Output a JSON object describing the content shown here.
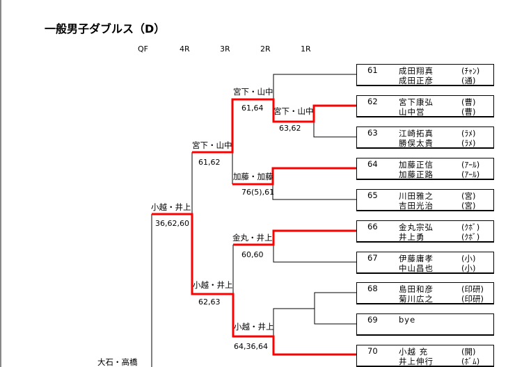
{
  "title": "一般男子ダブルス（D）",
  "rounds": [
    "QF",
    "4R",
    "3R",
    "2R",
    "1R"
  ],
  "entries": [
    {
      "no": "61",
      "p1": "成田翔真",
      "c1": "(ﾁｬﾝ)",
      "p2": "成田正彦",
      "c2": "(通)"
    },
    {
      "no": "62",
      "p1": "宮下康弘",
      "c1": "(曹)",
      "p2": " 山中営",
      "c2": "(曹)"
    },
    {
      "no": "63",
      "p1": "江崎拓真",
      "c1": "(ﾗﾒ)",
      "p2": "勝俣太貴",
      "c2": "(ﾗﾒ)"
    },
    {
      "no": "64",
      "p1": "加藤正信",
      "c1": "(ｱｰﾙ)",
      "p2": "加藤正路",
      "c2": "(ｱｰﾙ)"
    },
    {
      "no": "65",
      "p1": "川田雅之",
      "c1": "(宮)",
      "p2": "吉田光治",
      "c2": "(宮)"
    },
    {
      "no": "66",
      "p1": "金丸宗弘",
      "c1": "(ｸﾎﾞ)",
      "p2": " 井上勇",
      "c2": "(ｸﾎﾞ)"
    },
    {
      "no": "67",
      "p1": "伊藤庸孝",
      "c1": "(小)",
      "p2": "中山昌也",
      "c2": "(小)"
    },
    {
      "no": "68",
      "p1": "島田和彦",
      "c1": "(印研)",
      "p2": "菊川広之",
      "c2": "(印研)"
    },
    {
      "no": "69",
      "p1": "  bye",
      "c1": "",
      "p2": "",
      "c2": ""
    },
    {
      "no": "70",
      "p1": "小越 充",
      "c1": "(開)",
      "p2": "井上伸行",
      "c2": "(ﾎﾞﾑ)"
    }
  ],
  "results": {
    "r1_62_63": {
      "winner": "宮下・山中",
      "score": "63,62"
    },
    "r2_top": {
      "winner": "宮下・山中",
      "score": "61,64"
    },
    "r2_64_65": {
      "winner": "加藤・加藤",
      "score": "76(5),61"
    },
    "r3_top": {
      "winner": "宮下・山中",
      "score": "61,62"
    },
    "r2_66_67": {
      "winner": "金丸・井上",
      "score": "60,60"
    },
    "r2_bottom": {
      "winner": "小越・井上",
      "score": "64,36,64"
    },
    "r3_bottom": {
      "winner": "小越・井上",
      "score": "62,63"
    },
    "r4": {
      "winner": "小越・井上",
      "score": "36,62,60"
    },
    "qf_other": {
      "winner": "大石・高橋"
    }
  },
  "colors": {
    "win_line": "#ff0000",
    "line": "#000000"
  }
}
